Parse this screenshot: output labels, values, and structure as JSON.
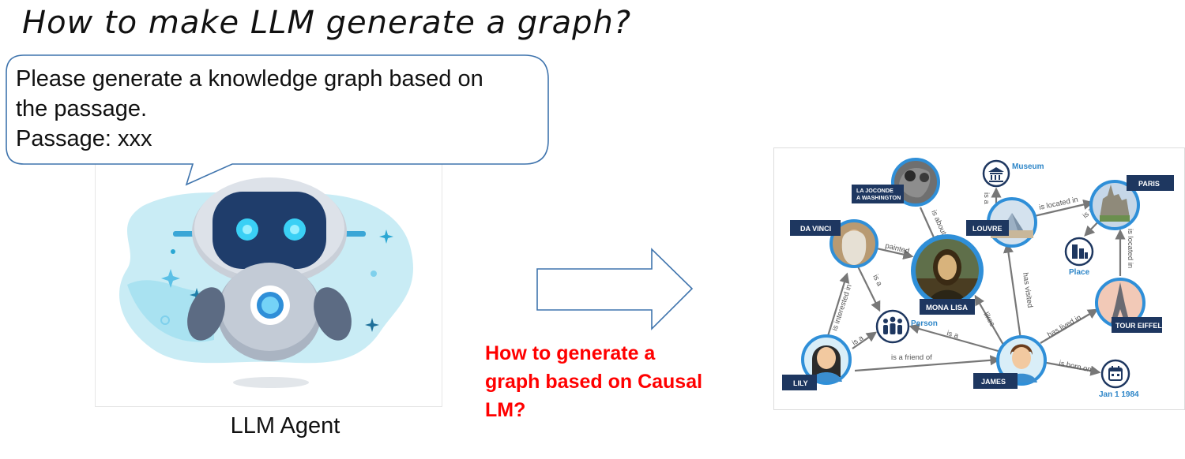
{
  "title": "How to make LLM generate a graph?",
  "prompt_bubble": {
    "lines": [
      "Please generate a knowledge graph based on",
      "the passage.",
      "Passage: xxx"
    ]
  },
  "robot": {
    "caption": "LLM Agent"
  },
  "question": {
    "lines": [
      "How to generate a",
      "graph based on Causal",
      "LM?"
    ]
  },
  "colors": {
    "accent_red": "#ff0000",
    "node_ring": "#2f8fd8",
    "label_box": "#1e3760",
    "edge": "#777777",
    "blue_text": "#2e86c8"
  },
  "knowledge_graph": {
    "nodes": {
      "la_joconde": "LA JOCONDE\nA WASHINGTON",
      "museum": "Museum",
      "paris": "PARIS",
      "da_vinci": "DA VINCI",
      "louvre": "LOUVRE",
      "mona_lisa": "MONA LISA",
      "place": "Place",
      "person": "Person",
      "tour_eiffel": "TOUR EIFFEL",
      "lily": "LILY",
      "james": "JAMES",
      "date": "Jan 1 1984"
    },
    "edges": {
      "is_about": "is about",
      "is_a_louvre_museum": "is a",
      "is_located_in_louvre": "is located in",
      "is_a_paris_place": "is a",
      "is_located_in_eiffel": "is located in",
      "painted": "painted",
      "is_a_davinci": "is a",
      "is_interested_in": "is interested in",
      "has_visited": "has visited",
      "likes": "likes",
      "is_a_lily": "is a",
      "is_a_james": "is a",
      "has_lived_in": "has lived in",
      "is_a_friend_of": "is a friend of",
      "is_born_on": "is born on"
    }
  }
}
